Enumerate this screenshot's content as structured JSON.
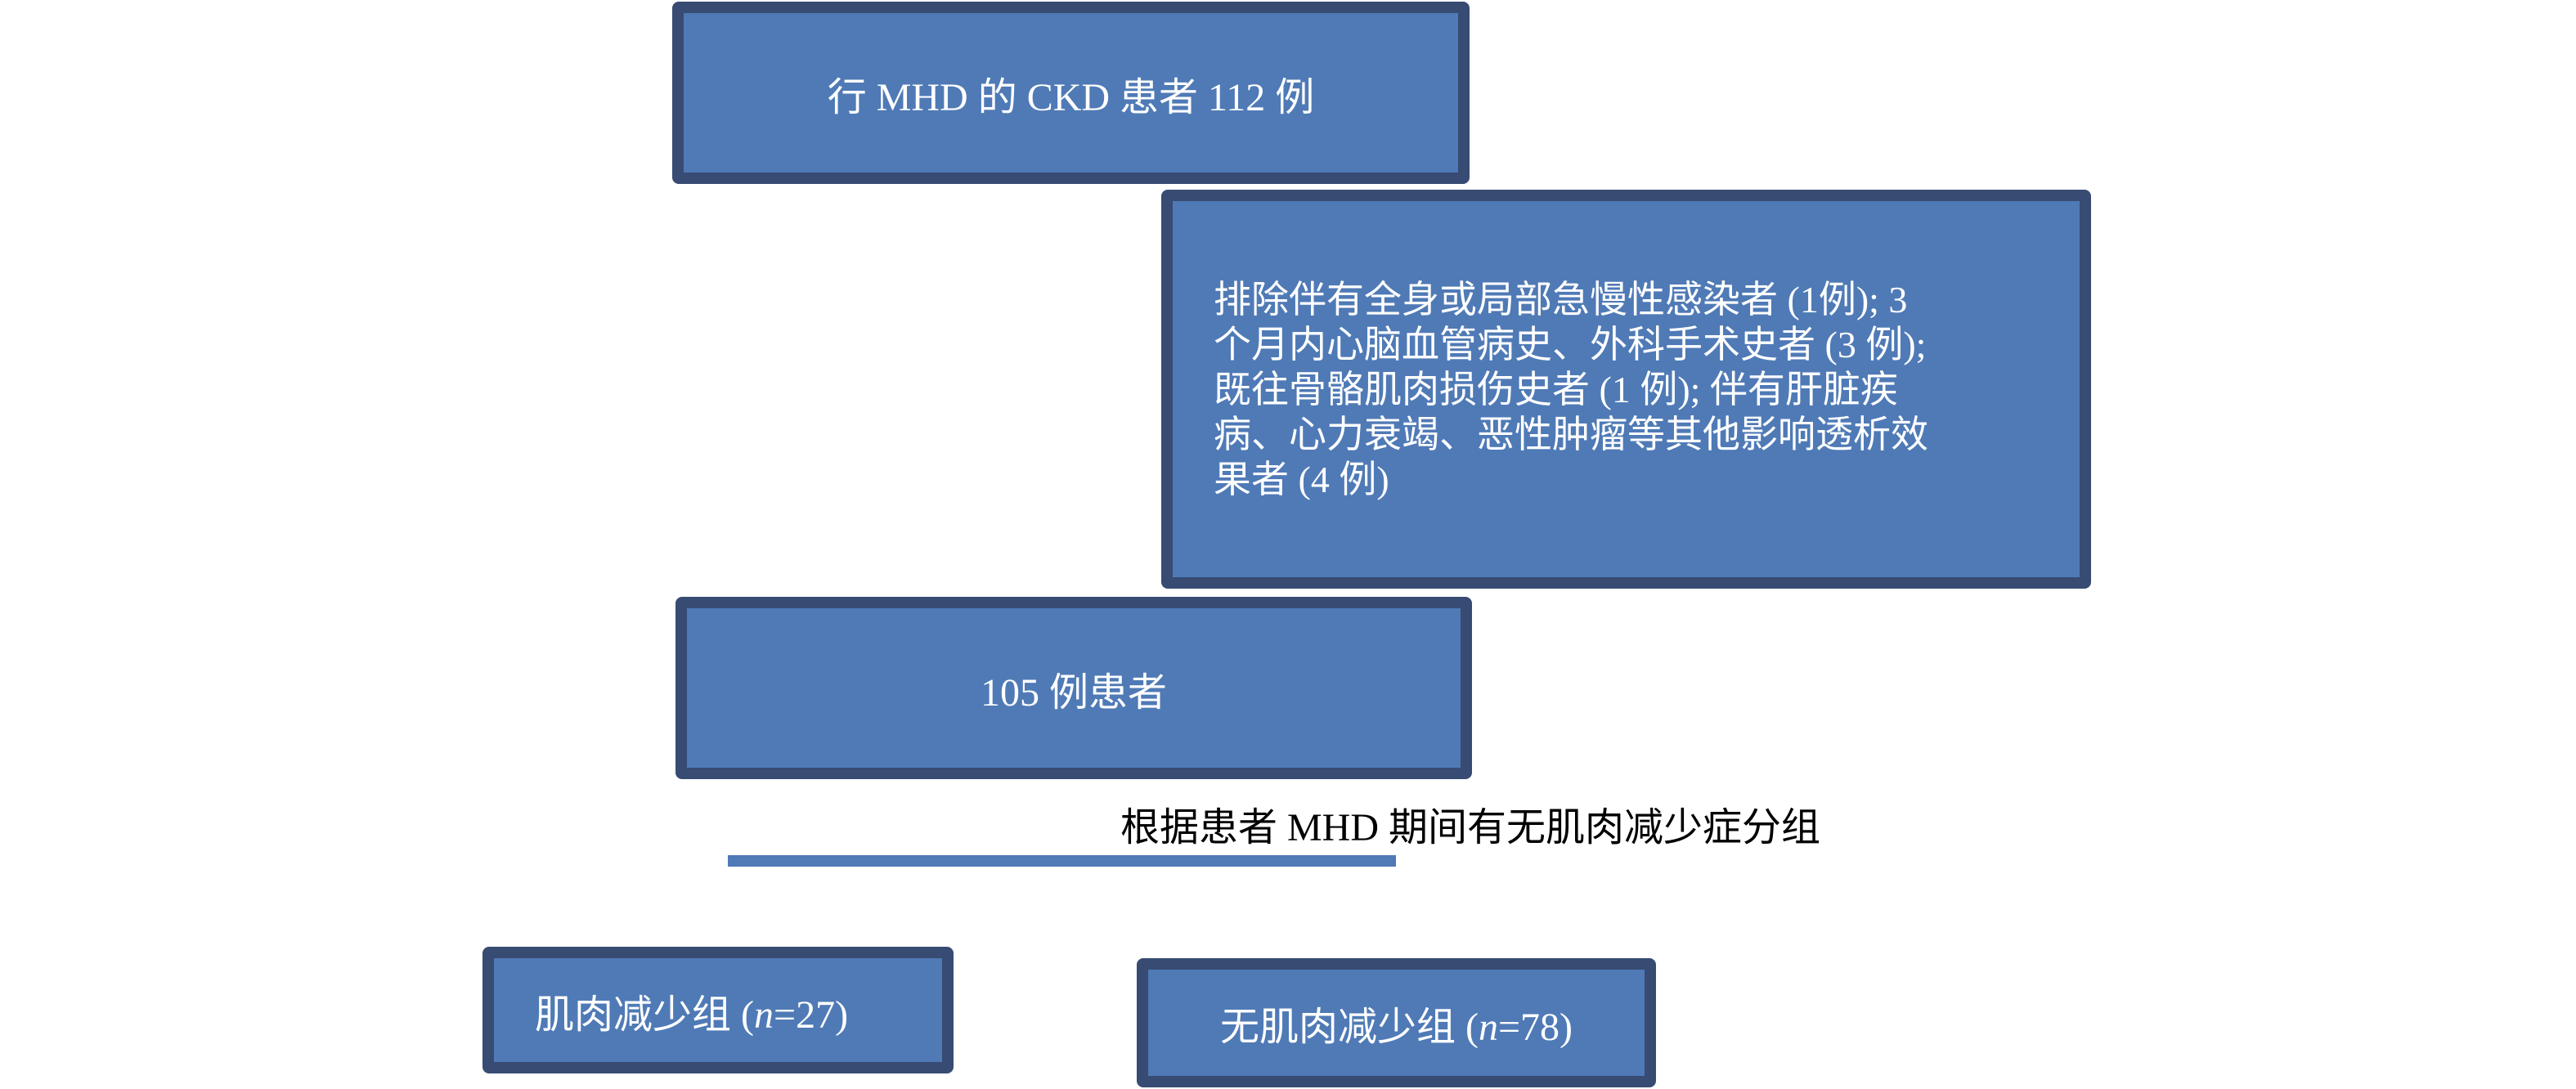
{
  "boxes": {
    "enrolled": "行 MHD 的 CKD 患者 112 例",
    "excluded": "排除伴有全身或局部急慢性感染者 (1例); 3 个月内心脑血管病史、外科手术史者 (3 例); 既往骨骼肌肉损伤史者 (1 例); 伴有肝脏疾病、心力衰竭、恶性肿瘤等其他影响透析效果者 (4 例)",
    "included": "105 例患者",
    "grouping_label": "根据患者 MHD 期间有无肌肉减少症分组",
    "sarcopenia_name": "肌肉减少组 (",
    "sarcopenia_n": "n",
    "sarcopenia_count": "=27)",
    "non_sarcopenia_name": "无肌肉减少组 (",
    "non_sarcopenia_n": "n",
    "non_sarcopenia_count": "=78)"
  },
  "colors": {
    "fill": "#4f7ab6",
    "border": "#374b73"
  }
}
